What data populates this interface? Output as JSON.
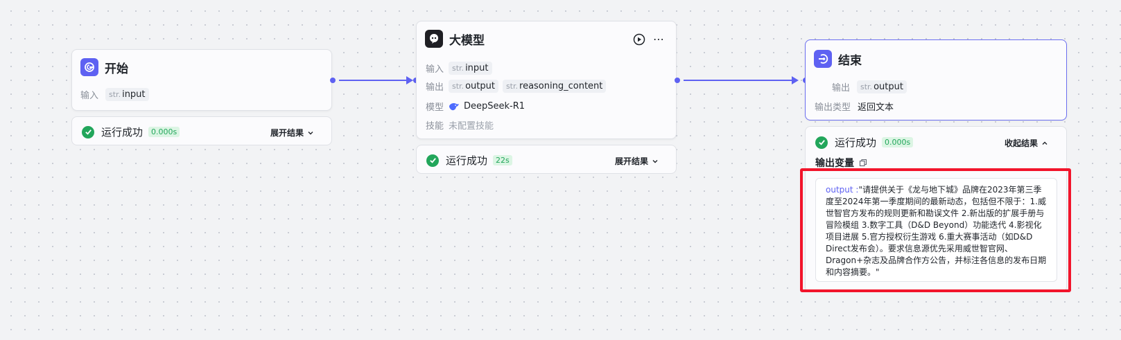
{
  "start_node": {
    "title": "开始",
    "input_label": "输入",
    "input_type": "str.",
    "input_name": "input",
    "status": "运行成功",
    "time": "0.000s",
    "toggle": "展开结果"
  },
  "llm_node": {
    "title": "大模型",
    "input_label": "输入",
    "input_type": "str.",
    "input_name": "input",
    "output_label": "输出",
    "outputs": [
      {
        "type": "str.",
        "name": "output"
      },
      {
        "type": "str.",
        "name": "reasoning_content"
      }
    ],
    "model_label": "模型",
    "model_name": "DeepSeek-R1",
    "skill_label": "技能",
    "skill_value": "未配置技能",
    "status": "运行成功",
    "time": "22s",
    "toggle": "展开结果"
  },
  "end_node": {
    "title": "结束",
    "output_label": "输出",
    "output_type": "str.",
    "output_name": "output",
    "output_kind_label": "输出类型",
    "output_kind_value": "返回文本",
    "status": "运行成功",
    "time": "0.000s",
    "toggle": "收起结果",
    "vars_title": "输出变量",
    "result_key": "output :",
    "result_value": "\"请提供关于《龙与地下城》品牌在2023年第三季度至2024年第一季度期间的最新动态，包括但不限于：1.威世智官方发布的规则更新和勘误文件 2.新出版的扩展手册与冒险模组 3.数字工具（D&D Beyond）功能迭代 4.影视化项目进展 5.官方授权衍生游戏 6.重大赛事活动（如D&D Direct发布会）。要求信息源优先采用威世智官网、Dragon+杂志及品牌合作方公告，并标注各信息的发布日期和内容摘要。\""
  },
  "colors": {
    "accent": "#5e61f2",
    "success": "#22a65b",
    "highlight": "#f2142b"
  },
  "icons": {
    "start": "start-icon",
    "llm": "llm-icon",
    "end": "end-icon",
    "run": "play-icon",
    "more": "more-icon",
    "success": "check-circle-icon",
    "copy": "copy-icon",
    "model": "deepseek-icon"
  }
}
